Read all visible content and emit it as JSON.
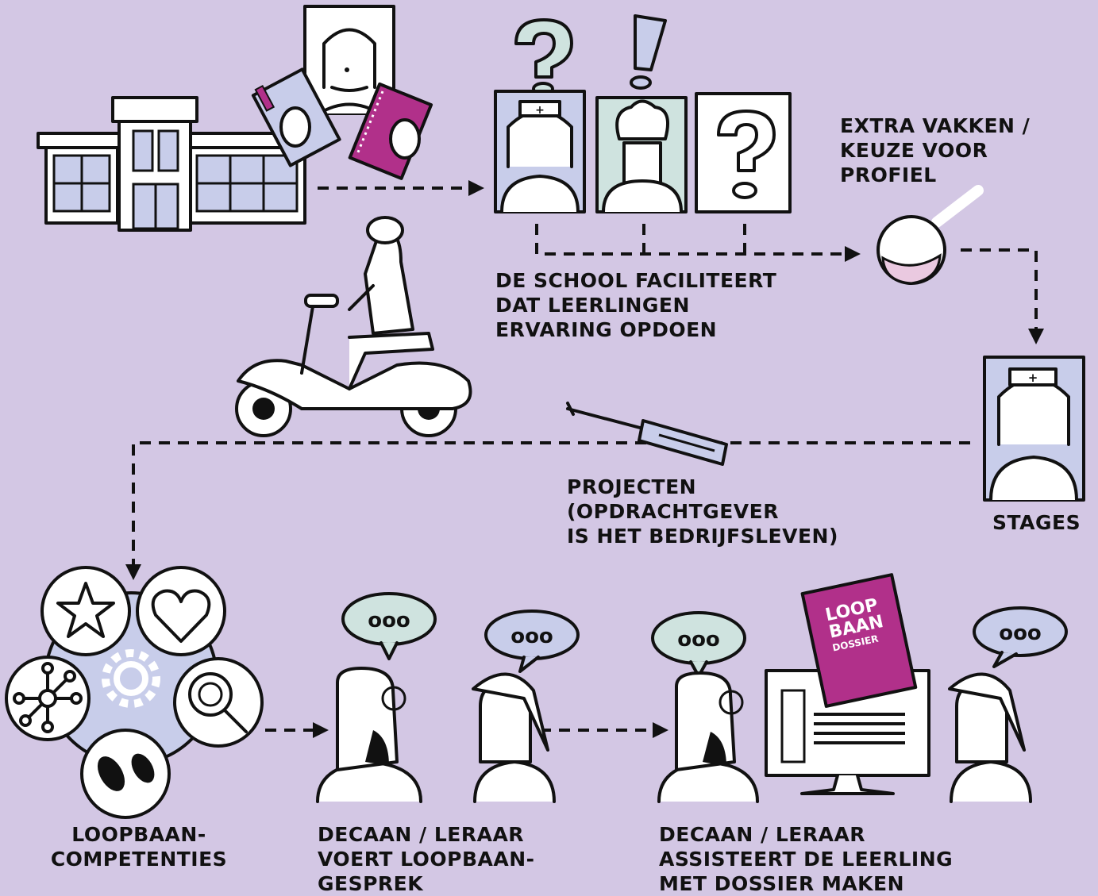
{
  "colors": {
    "background": "#d3c7e4",
    "ink": "#111111",
    "paper": "#ffffff",
    "window_blue": "#c8cdea",
    "magenta": "#b1308a",
    "mint": "#cfe3df",
    "flask_liquid": "#eac9e0"
  },
  "labels": {
    "extra_vakken": [
      "EXTRA VAKKEN /",
      "KEUZE VOOR",
      "PROFIEL"
    ],
    "school_faciliteert": [
      "DE SCHOOL FACILITEERT",
      "DAT LEERLINGEN",
      "ERVARING OPDOEN"
    ],
    "stages": "STAGES",
    "projecten": [
      "PROJECTEN",
      "(OPDRACHTGEVER",
      "IS HET BEDRIJFSLEVEN)"
    ],
    "loopbaan_competenties": [
      "LOOPBAAN-",
      "COMPETENTIES"
    ],
    "decaan_gesprek": [
      "DECAAN / LERAAR",
      "VOERT LOOPBAAN-",
      "GESPREK"
    ],
    "decaan_dossier": [
      "DECAAN / LERAAR",
      "ASSISTEERT DE LEERLING",
      "MET DOSSIER MAKEN"
    ]
  },
  "dossier_cover": [
    "LOOP",
    "BAAN",
    "DOSSIER"
  ],
  "speech_bubble_text": "ooo",
  "icons": [
    "school-building-icon",
    "student-with-books-icon",
    "nurse-card-icon",
    "chef-card-icon",
    "question-card-icon",
    "question-mark-icon",
    "exclamation-mark-icon",
    "flask-icon",
    "scooter-rider-icon",
    "screwdriver-icon",
    "stage-nurse-card-icon",
    "star-icon",
    "heart-icon",
    "network-icon",
    "magnifier-icon",
    "footprints-icon",
    "gear-icon",
    "bearded-teacher-icon",
    "capped-student-icon",
    "computer-monitor-icon",
    "dossier-book-icon",
    "speech-bubble-icon"
  ]
}
